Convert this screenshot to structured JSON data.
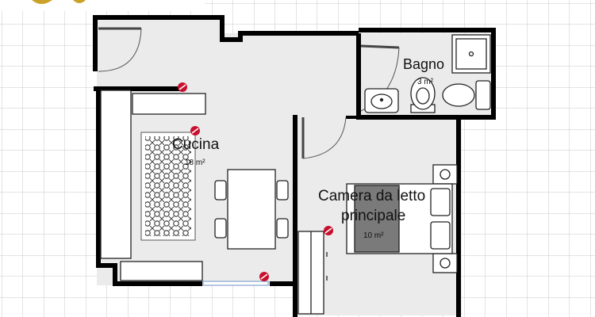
{
  "rooms": [
    {
      "id": "cucina",
      "name": "Cucina",
      "area": "18 m²"
    },
    {
      "id": "bagno",
      "name": "Bagno",
      "area": "3 m²"
    },
    {
      "id": "camera",
      "name_line1": "Camera da letto",
      "name_line2": "principale",
      "area": "10 m²"
    }
  ],
  "colors": {
    "wall": "#000000",
    "floor": "#ebebeb",
    "grid": "#c9c9c9",
    "logo": "#c9a227",
    "marker": "#c8102e",
    "bed_blanket": "#7a7a7a",
    "window": "#9bb5d6"
  }
}
